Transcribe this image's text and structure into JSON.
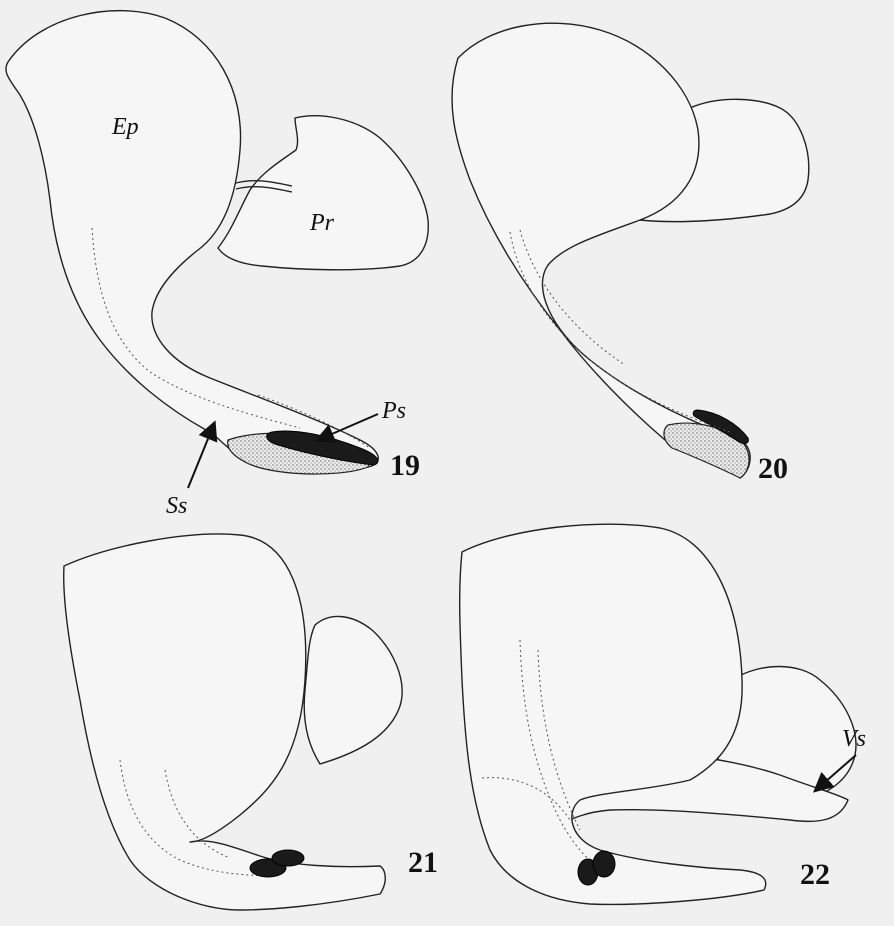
{
  "figures": [
    {
      "number": "19",
      "labels": {
        "ep": "Ep",
        "pr": "Pr",
        "ps": "Ps",
        "ss": "Ss"
      }
    },
    {
      "number": "20"
    },
    {
      "number": "21"
    },
    {
      "number": "22",
      "labels": {
        "vs": "Vs"
      }
    }
  ]
}
